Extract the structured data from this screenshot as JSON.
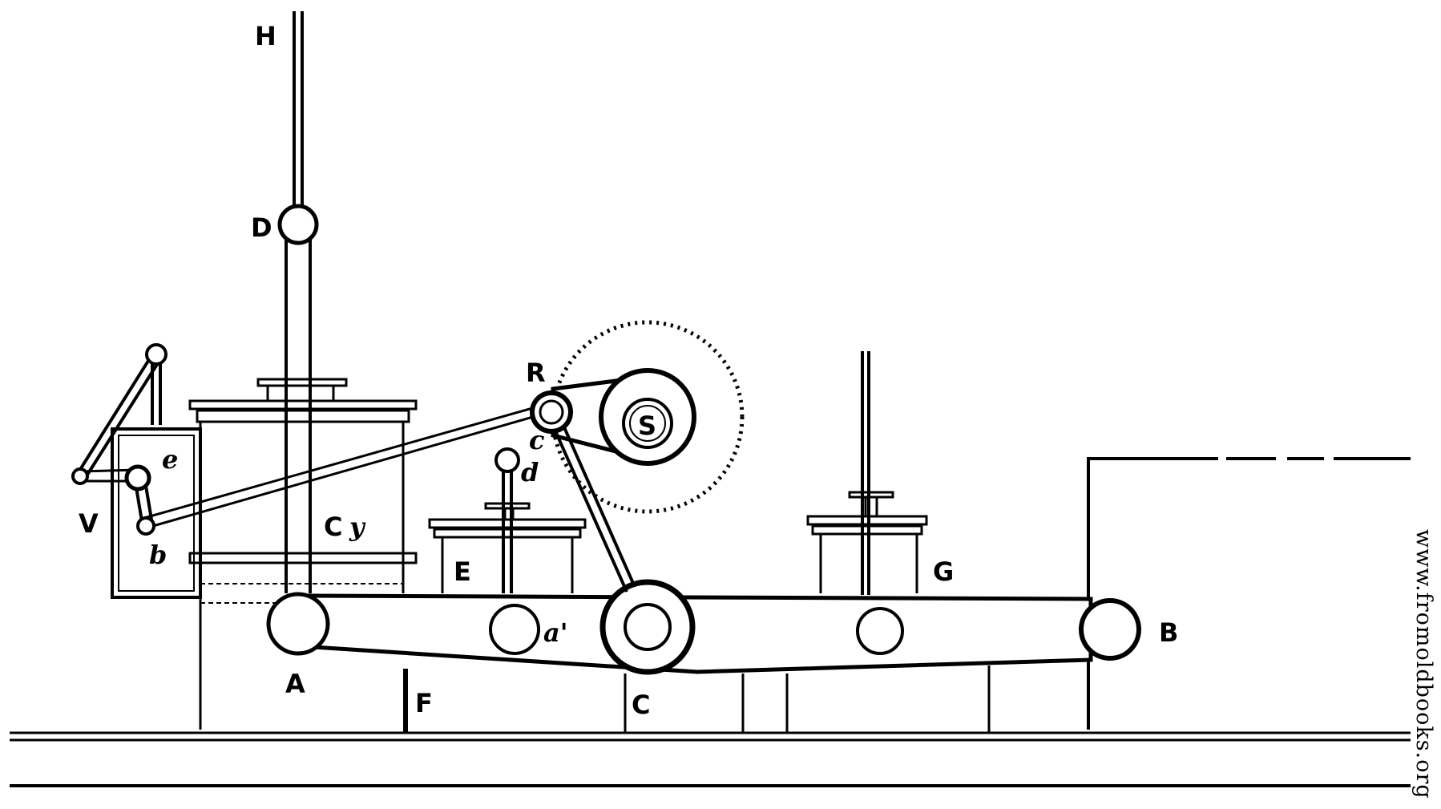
{
  "labels": {
    "H": "H",
    "D": "D",
    "R": "R",
    "S": "S",
    "c": "c",
    "d": "d",
    "e": "e",
    "V": "V",
    "b": "b",
    "Cy": "C",
    "y": "y",
    "E": "E",
    "G": "G",
    "a_prime": "a'",
    "A": "A",
    "F": "F",
    "C": "C",
    "B": "B"
  },
  "watermark": "www.fromoldbooks.org",
  "colors": {
    "ink": "#000000",
    "paper": "#ffffff"
  }
}
